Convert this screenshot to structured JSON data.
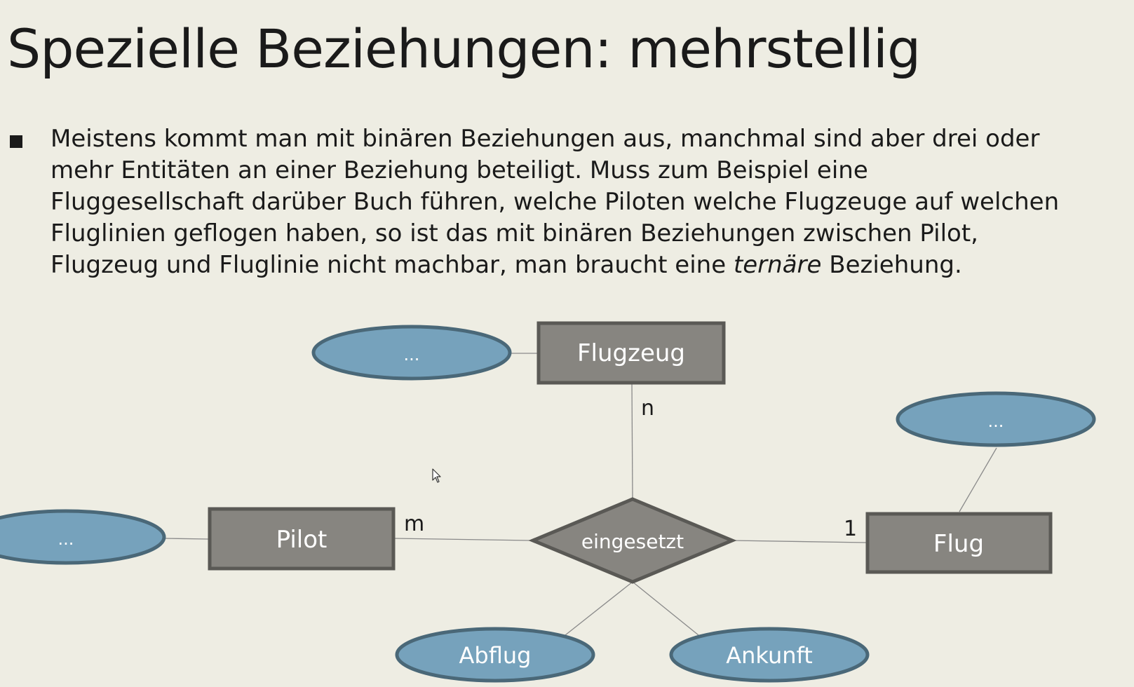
{
  "slide": {
    "title": "Spezielle Beziehungen: mehrstellig",
    "bullet": {
      "line1": "Meistens kommt man mit binären Beziehungen aus, manchmal sind aber drei oder",
      "line2": "mehr Entitäten an einer Beziehung beteiligt. Muss zum Beispiel eine",
      "line3": "Fluggesellschaft darüber Buch führen, welche Piloten welche Flugzeuge auf welchen",
      "line4": "Fluglinien geflogen haben, so ist das mit binären Beziehungen zwischen Pilot,",
      "line5_before": "Flugzeug und Fluglinie nicht machbar, man braucht eine ",
      "line5_italic": "ternäre",
      "line5_after": " Beziehung."
    }
  },
  "diagram": {
    "colors": {
      "entity_fill": "#878580",
      "entity_stroke": "#5a5955",
      "attribute_fill": "#76A2BC",
      "attribute_stroke": "#4a6878",
      "line": "#8a8a8a",
      "label_light": "#ffffff",
      "label_dark": "#1a1a1a"
    },
    "entities": {
      "flugzeug": "Flugzeug",
      "pilot": "Pilot",
      "flug": "Flug"
    },
    "relationship": {
      "label": "eingesetzt"
    },
    "attributes": {
      "flugzeug_attr": "...",
      "flug_attr": "...",
      "pilot_attr": "...",
      "abflug": "Abflug",
      "ankunft": "Ankunft"
    },
    "cardinalities": {
      "flugzeug": "n",
      "pilot": "m",
      "flug": "1"
    }
  }
}
